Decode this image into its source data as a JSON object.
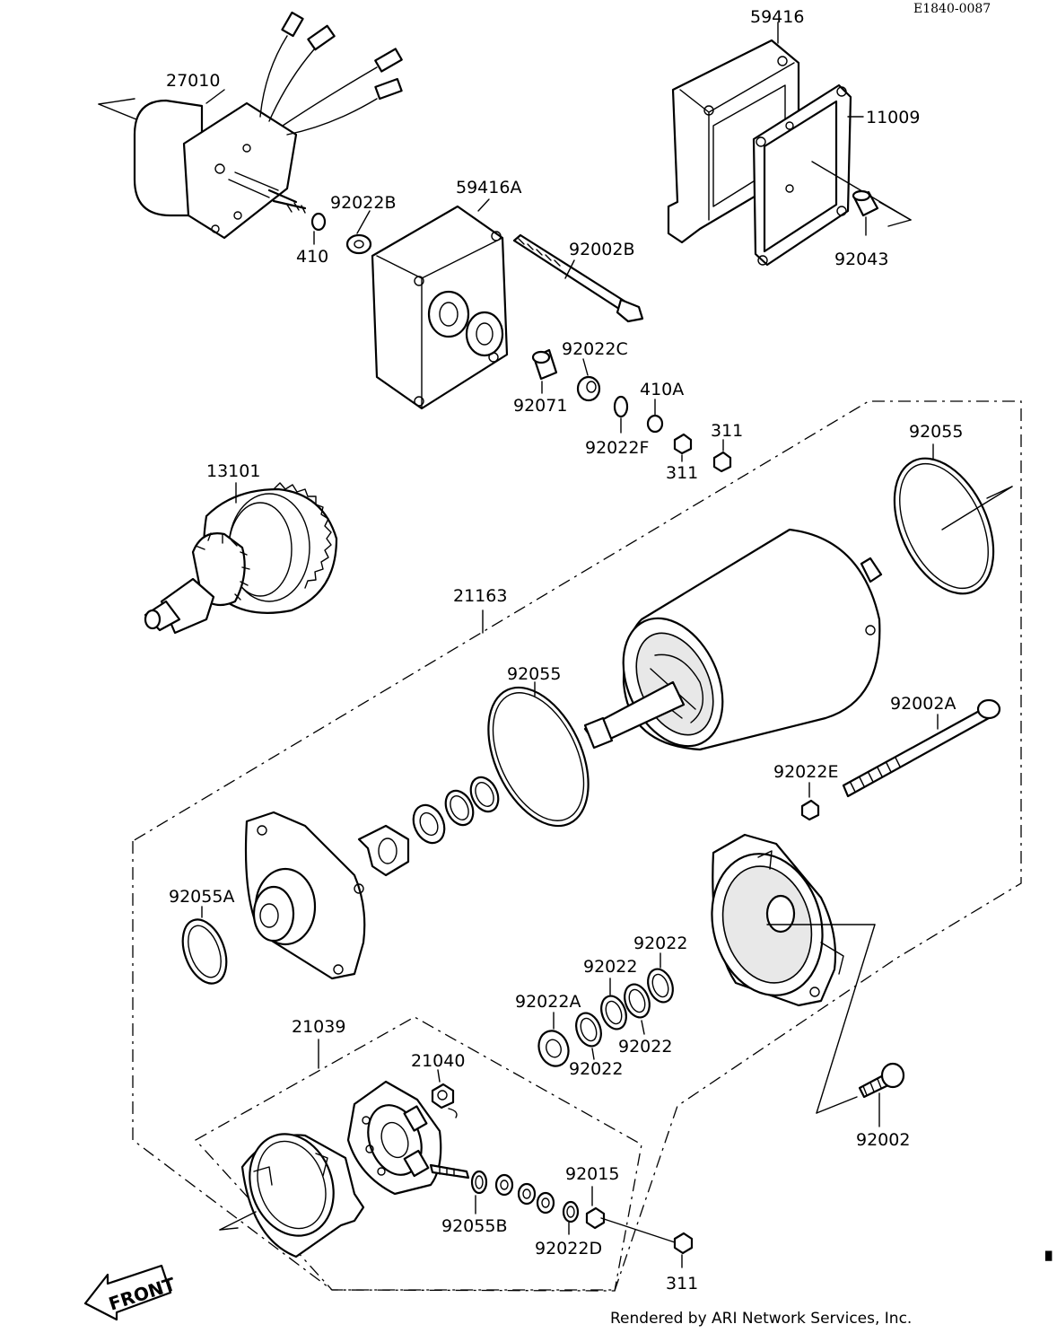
{
  "diagram_code": "E1840-0087",
  "credit": "Rendered by ARI Network Services, Inc.",
  "front_label": "FRONT",
  "parts": {
    "p27010": "27010",
    "p410": "410",
    "p92022B": "92022B",
    "p59416A": "59416A",
    "p92002B": "92002B",
    "p59416": "59416",
    "p11009": "11009",
    "p92043": "92043",
    "p92022C": "92022C",
    "p92071": "92071",
    "p410A": "410A",
    "p92022F": "92022F",
    "p311_top_a": "311",
    "p311_top_b": "311",
    "p92055_top": "92055",
    "p13101": "13101",
    "p21163": "21163",
    "p92055_mid": "92055",
    "p92002A": "92002A",
    "p92022E": "92022E",
    "p92055A": "92055A",
    "p92022_a": "92022",
    "p92022_b": "92022",
    "p92022A": "92022A",
    "p92022_c": "92022",
    "p92022_d": "92022",
    "p21039": "21039",
    "p21040": "21040",
    "p92002": "92002",
    "p92015": "92015",
    "p92055B": "92055B",
    "p92022D": "92022D",
    "p311_bottom": "311"
  }
}
